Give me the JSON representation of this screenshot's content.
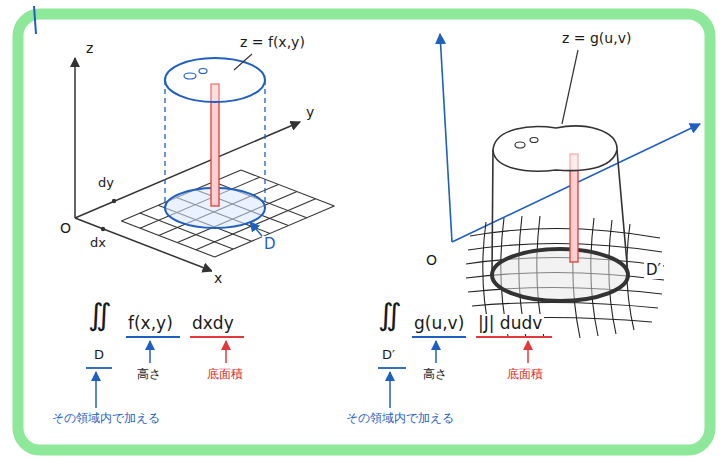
{
  "diagram": {
    "labels": [
      "z",
      "y",
      "x",
      "O",
      "z = f(x,y)",
      "dy",
      "dx",
      "D",
      "∬",
      "D",
      "f(x,y)",
      "dxdy",
      "高さ",
      "底面積",
      "その領域内で加える",
      "z = g(u,v)",
      "O",
      "D′",
      "∬",
      "D′",
      "g(u,v)",
      "|J| dudv",
      "高さ",
      "底面積",
      "その領域内で加える"
    ]
  }
}
